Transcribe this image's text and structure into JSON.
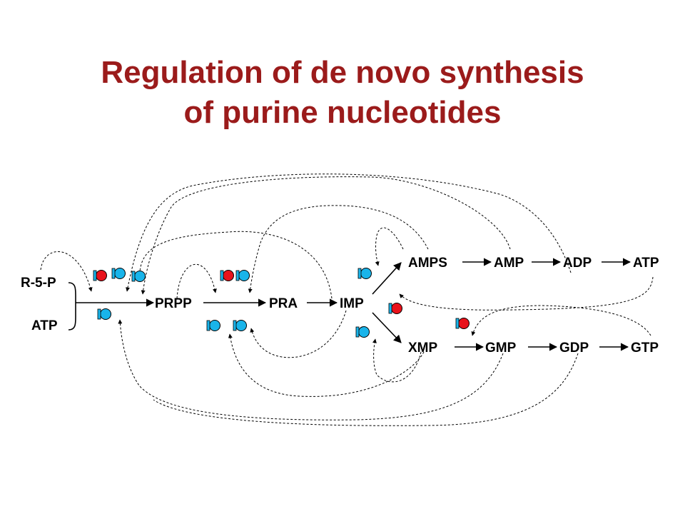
{
  "title": {
    "line1": "Regulation of de novo synthesis",
    "line2": "of purine nucleotides"
  },
  "nodes": {
    "r5p": "R-5-P",
    "atp_in": "ATP",
    "prpp": "PRPP",
    "pra": "PRA",
    "imp": "IMP",
    "amps": "AMPS",
    "amp": "AMP",
    "adp": "ADP",
    "atp": "ATP",
    "xmp": "XMP",
    "gmp": "GMP",
    "gdp": "GDP",
    "gtp": "GTP"
  },
  "colors": {
    "title": "#9b1b1b",
    "inhibitor_red": "#e8121b",
    "inhibitor_blue": "#19b4ea"
  },
  "markers": [
    "red-inhibitor",
    "blue-inhibitor",
    "blue-inhibitor",
    "blue-inhibitor",
    "red-inhibitor",
    "blue-inhibitor",
    "blue-inhibitor",
    "blue-inhibitor",
    "blue-inhibitor",
    "blue-inhibitor",
    "red-inhibitor",
    "red-inhibitor"
  ]
}
